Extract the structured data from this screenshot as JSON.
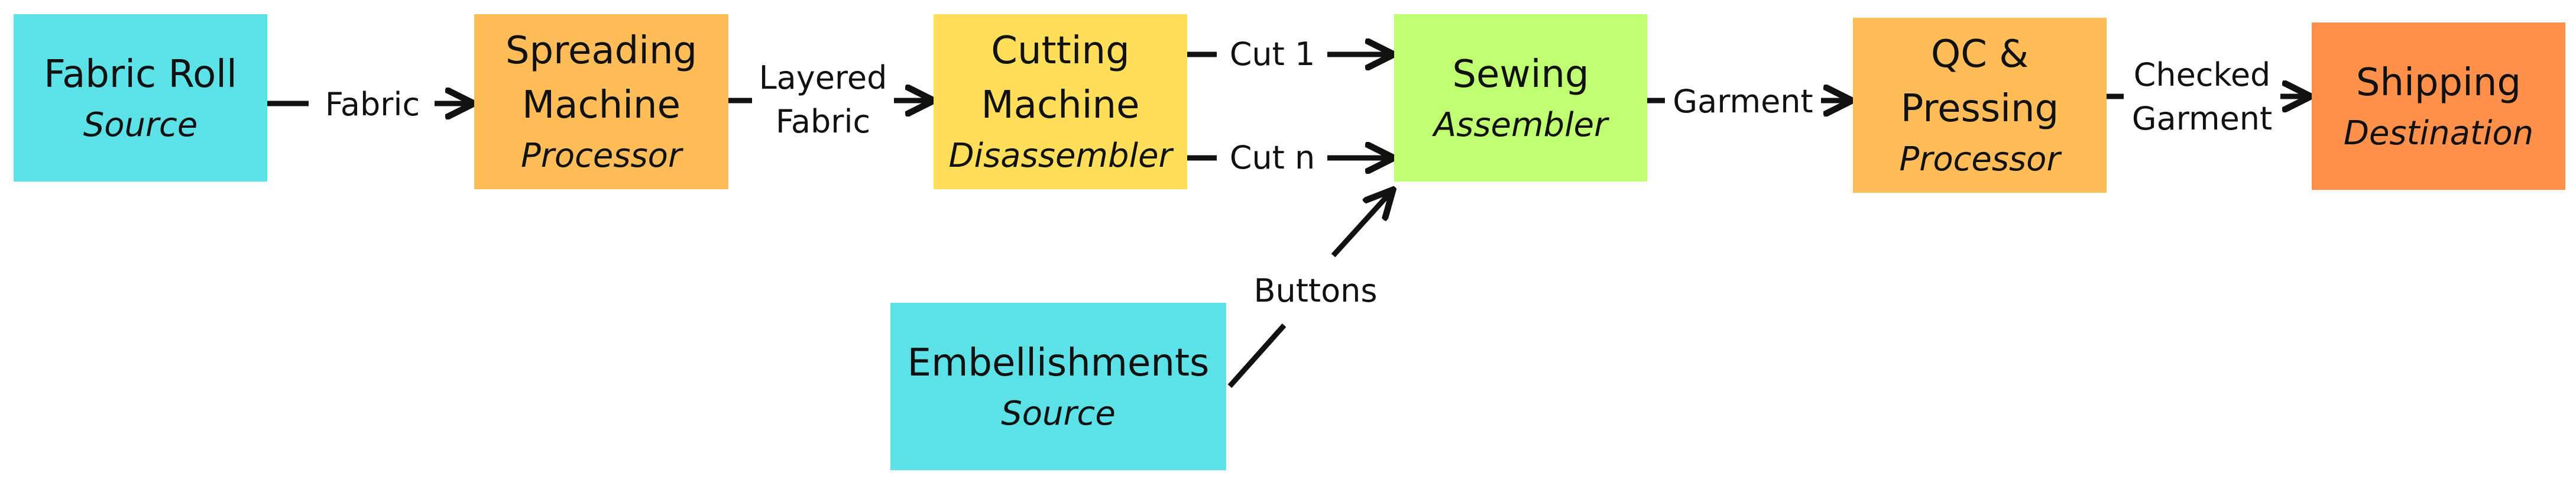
{
  "colors": {
    "source": "#5ce1e6",
    "processor": "#ffbd59",
    "disassembler": "#ffde59",
    "assembler": "#c1ff72",
    "destination": "#ff914d",
    "edge": "#111111"
  },
  "nodes": {
    "fabric_roll": {
      "title": "Fabric Roll",
      "role": "Source"
    },
    "spreading": {
      "title_1": "Spreading",
      "title_2": "Machine",
      "role": "Processor"
    },
    "cutting": {
      "title_1": "Cutting",
      "title_2": "Machine",
      "role": "Disassembler"
    },
    "sewing": {
      "title": "Sewing",
      "role": "Assembler"
    },
    "qc_pressing": {
      "title_1": "QC &",
      "title_2": "Pressing",
      "role": "Processor"
    },
    "shipping": {
      "title": "Shipping",
      "role": "Destination"
    },
    "embellishments": {
      "title": "Embellishments",
      "role": "Source"
    }
  },
  "edges": {
    "fabric": "Fabric",
    "layered_fabric_1": "Layered",
    "layered_fabric_2": "Fabric",
    "cut_1": "Cut 1",
    "cut_n": "Cut n",
    "buttons": "Buttons",
    "garment": "Garment",
    "checked_garment_1": "Checked",
    "checked_garment_2": "Garment"
  }
}
